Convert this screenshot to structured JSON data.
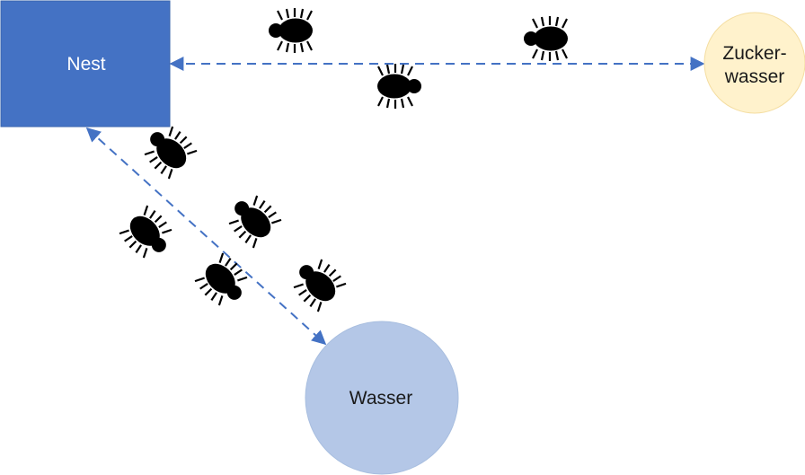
{
  "diagram": {
    "nodes": {
      "nest": {
        "label": "Nest",
        "color": "#4472C4"
      },
      "sugar_water": {
        "label_line1": "Zucker-",
        "label_line2": "wasser",
        "color": "#FFF2CC",
        "stroke": "#F4DDA0"
      },
      "water": {
        "label": "Wasser",
        "color": "#B4C7E7"
      }
    },
    "edges": [
      {
        "from": "nest",
        "to": "sugar_water",
        "style": "dashed",
        "arrows": "both",
        "color": "#4472C4"
      },
      {
        "from": "nest",
        "to": "water",
        "style": "dashed",
        "arrows": "both",
        "color": "#4472C4"
      }
    ],
    "ant_icon": "bug-icon",
    "ant_color": "#000000"
  }
}
